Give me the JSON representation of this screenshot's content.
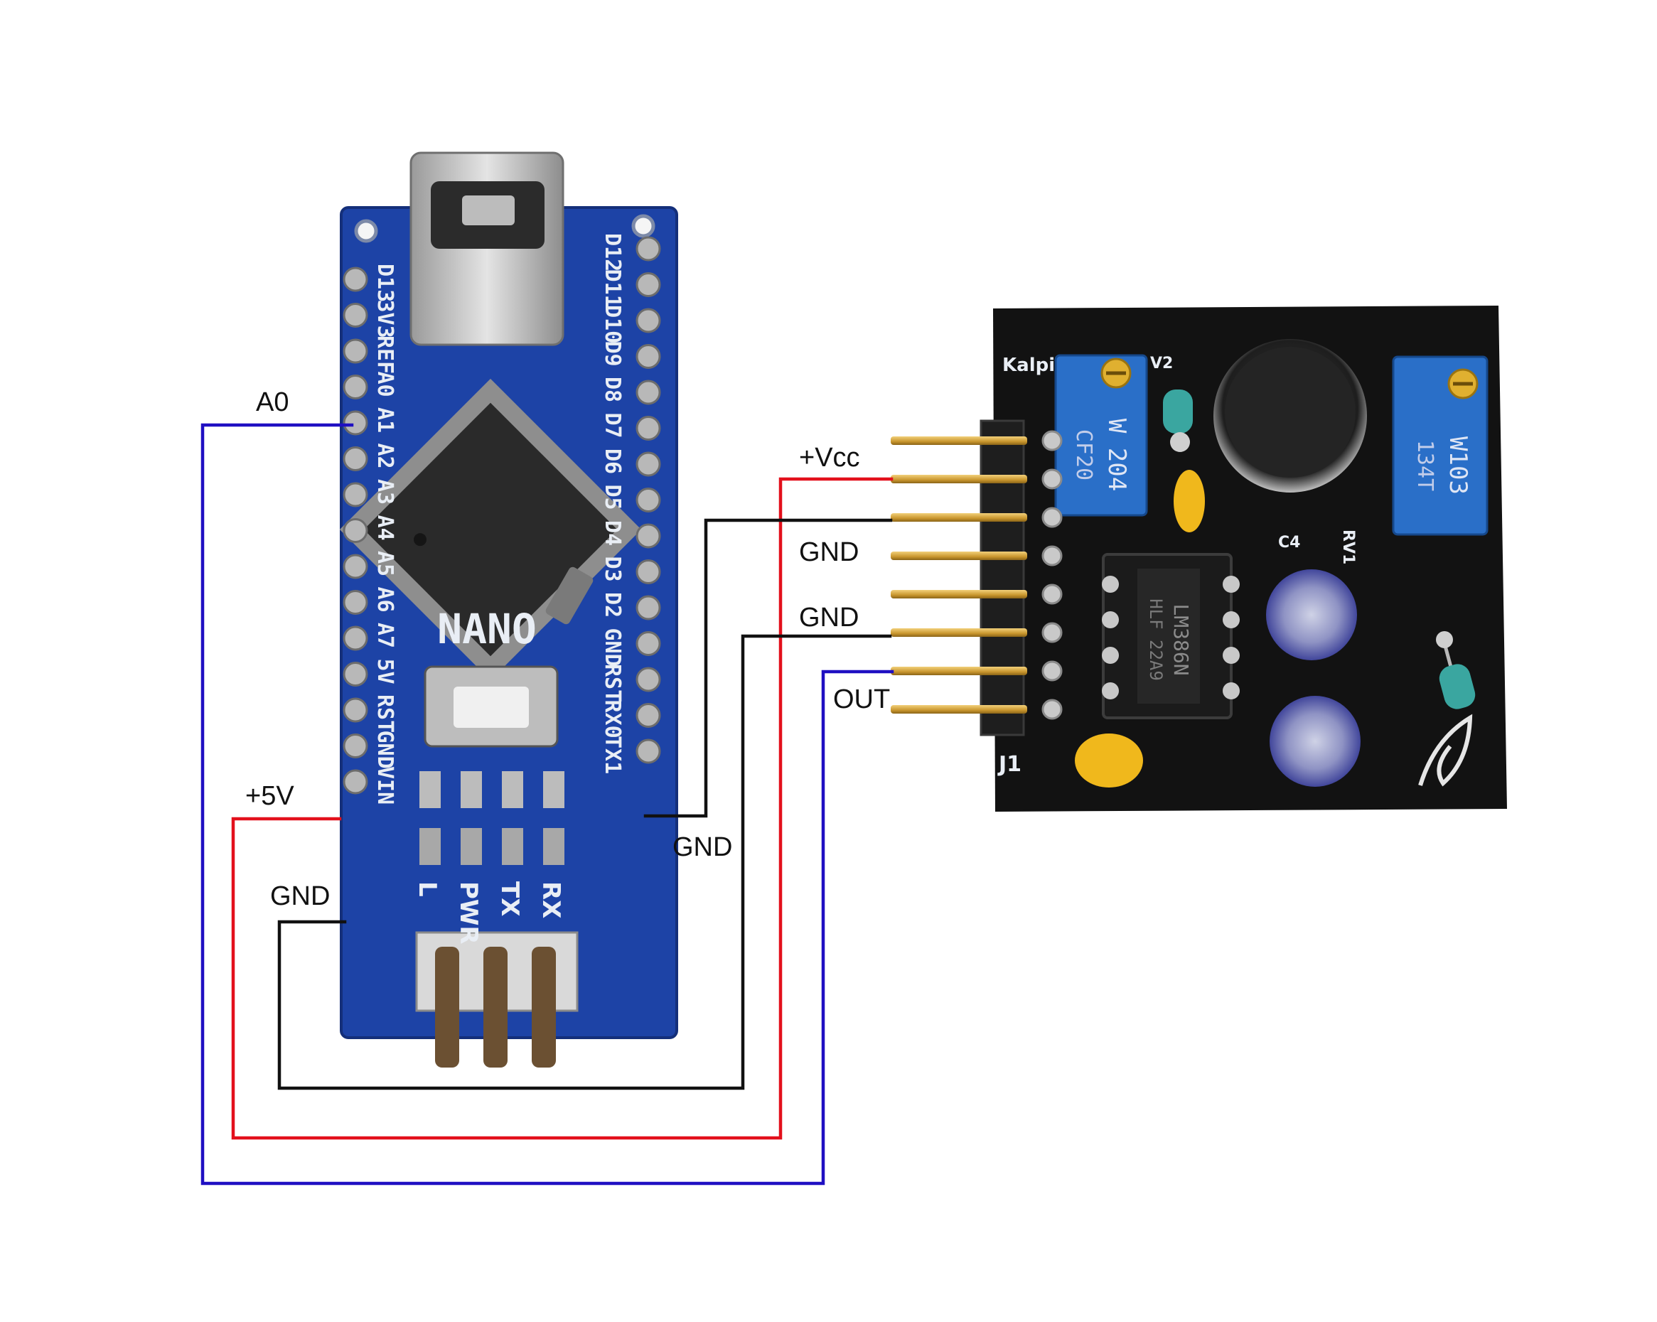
{
  "colors": {
    "wire_a0": "#1f0fc2",
    "wire_5v": "#e3101c",
    "wire_gnd": "#111111",
    "nano_board": "#1d43a6",
    "sensor_board": "#121212"
  },
  "nano": {
    "name": "NANO",
    "left_pins": [
      "D13",
      "3V3",
      "REF",
      "A0",
      "A1",
      "A2",
      "A3",
      "A4",
      "A5",
      "A6",
      "A7",
      "5V",
      "RST",
      "GND",
      "VIN"
    ],
    "right_pins": [
      "D12",
      "D11",
      "D10",
      "D9",
      "D8",
      "D7",
      "D6",
      "D5",
      "D4",
      "D3",
      "D2",
      "GND",
      "RST",
      "RX0",
      "TX1"
    ],
    "leds": [
      "L",
      "PWR",
      "TX",
      "RX"
    ]
  },
  "sensor": {
    "maker": "Kalpi",
    "version": "V2",
    "connector": "J1",
    "chip": "LM386N",
    "chip_code": "HLF 22A9",
    "pot_left": "W 204",
    "pot_left_code": "CF20",
    "pot_right": "W103",
    "pot_right_code": "134T",
    "rv_label": "RV1",
    "cap_label": "C4"
  },
  "wires": {
    "a0_label": "A0",
    "vcc5_label": "+5V",
    "gnd_nano_left_label": "GND",
    "gnd_nano_right_label": "GND",
    "vcc_sensor_label": "+Vcc",
    "gnd_sensor_label_1": "GND",
    "gnd_sensor_label_2": "GND",
    "out_label": "OUT"
  }
}
